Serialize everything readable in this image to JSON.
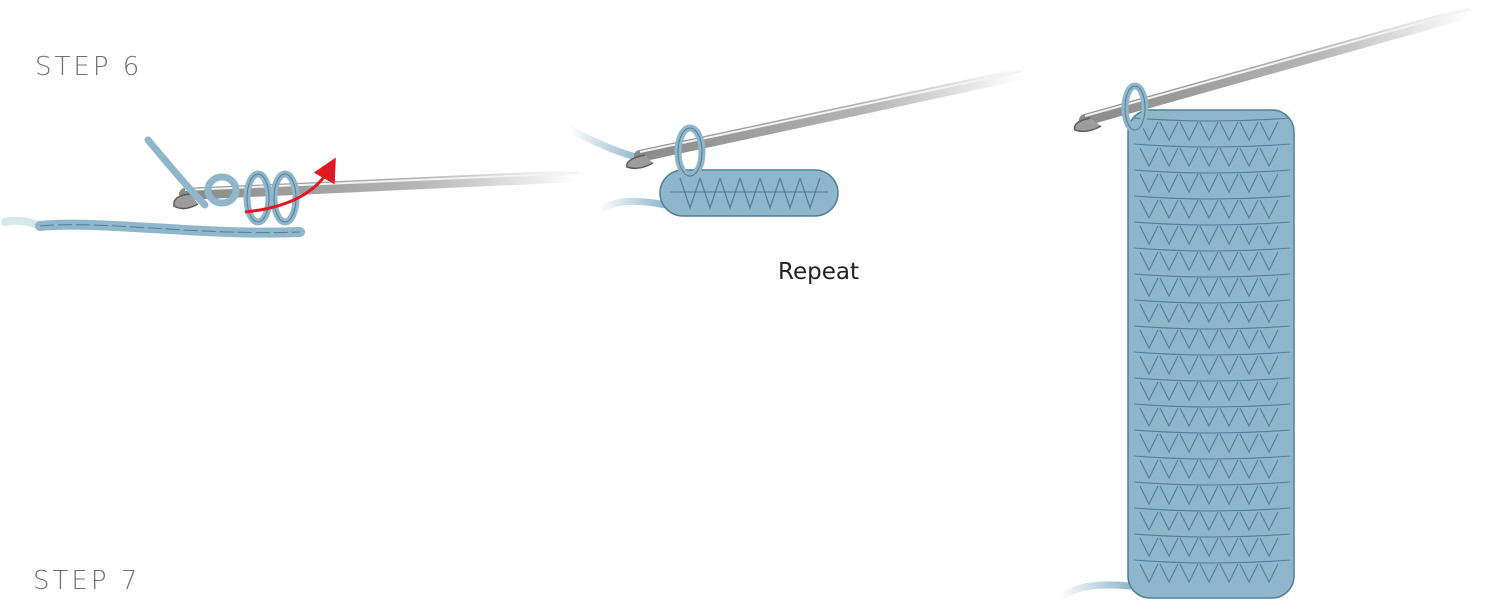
{
  "labels": {
    "step6": "STEP 6",
    "repeat": "Repeat",
    "step7": "STEP 7"
  },
  "colors": {
    "yarn": "#8fb6cb",
    "yarn_outline": "#4f7f99",
    "hook_light": "#e6e6e6",
    "hook_dark": "#7b7b7b",
    "arrow": "#e11a22",
    "text_step": "#6f6f6f",
    "text_repeat": "#222222"
  },
  "icons": {
    "step6_illustration": "crochet-hook-yarn-over-pull-through-icon",
    "repeat_illustration": "crochet-hook-row-of-stitches-icon",
    "result_illustration": "crochet-swatch-many-rows-icon"
  }
}
